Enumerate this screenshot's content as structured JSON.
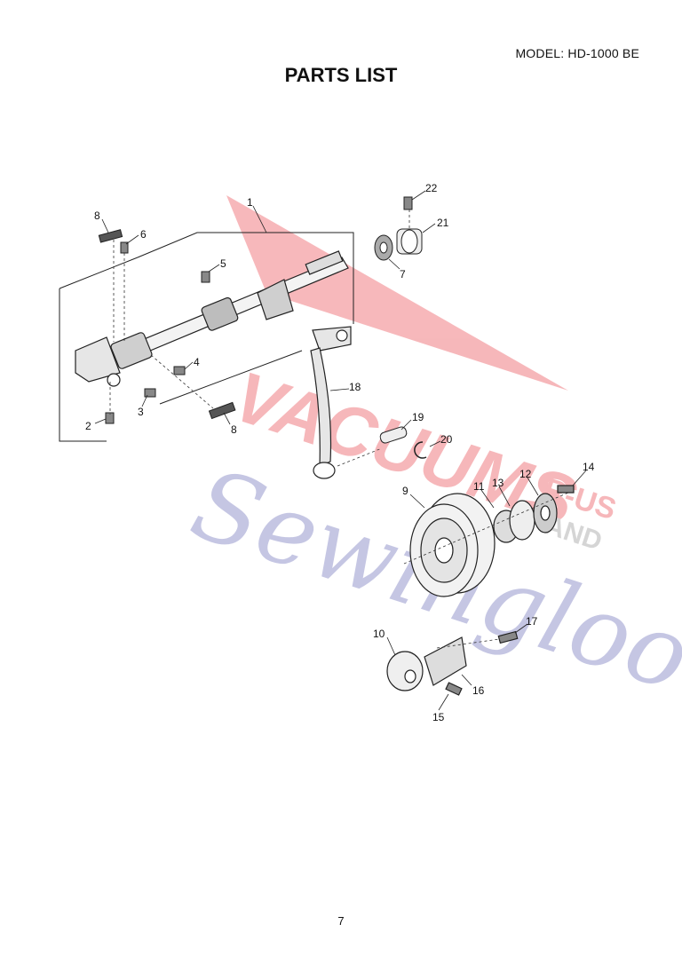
{
  "header": {
    "model": "MODEL: HD-1000 BE",
    "title": "PARTS LIST"
  },
  "footer": {
    "page_number": "7"
  },
  "diagram": {
    "callouts": [
      "1",
      "2",
      "3",
      "4",
      "5",
      "6",
      "7",
      "8",
      "8",
      "9",
      "10",
      "11",
      "12",
      "13",
      "14",
      "15",
      "16",
      "17",
      "18",
      "19",
      "20",
      "21",
      "22"
    ],
    "watermark": {
      "line1": "VACUUMS",
      "line2": "R-US",
      "line3": "AND",
      "script": "Sewingloo"
    }
  }
}
